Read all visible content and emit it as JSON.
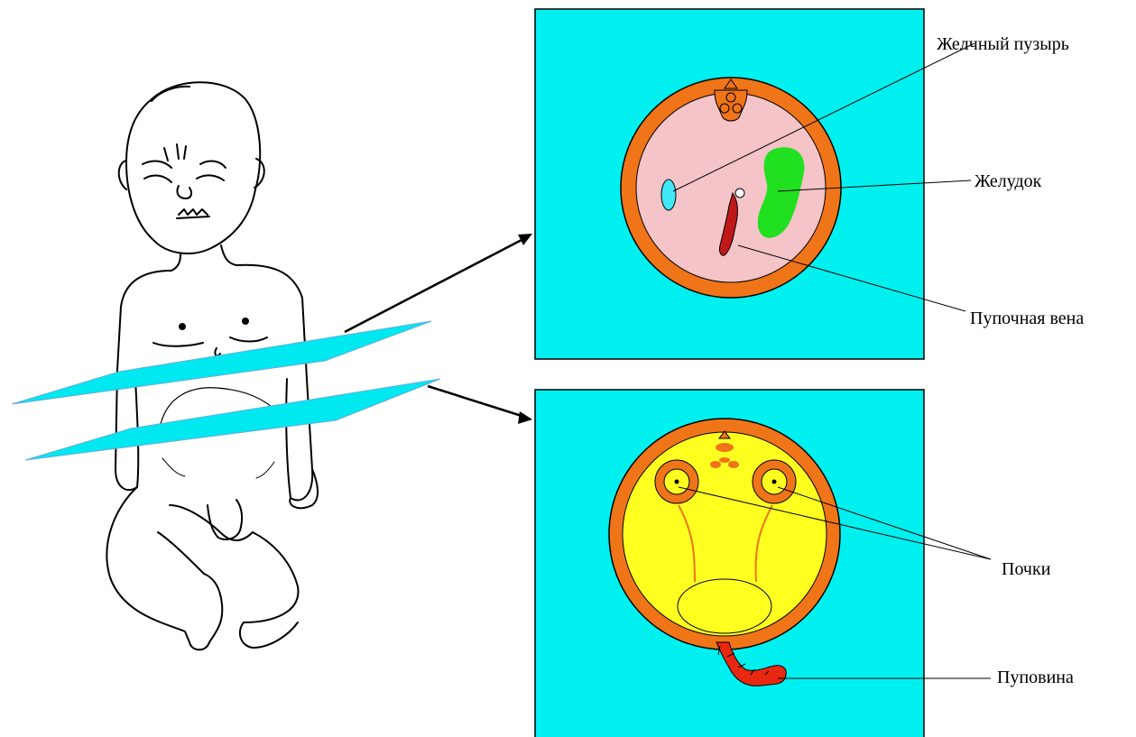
{
  "labels": {
    "gallbladder": "Желчный пузырь",
    "stomach": "Желудок",
    "umbilical_vein": "Пупочная вена",
    "kidneys": "Почки",
    "umbilical_cord": "Пуповина"
  },
  "colors": {
    "panel_background": "#00f0f0",
    "scan_plane": "#00e8f0",
    "body_wall": "#f07418",
    "upper_cavity": "#f4c4c8",
    "lower_cavity": "#ffff20",
    "gallbladder": "#40e8f8",
    "stomach": "#20e020",
    "umbilical_vein": "#c01818",
    "cord": "#e82810"
  }
}
